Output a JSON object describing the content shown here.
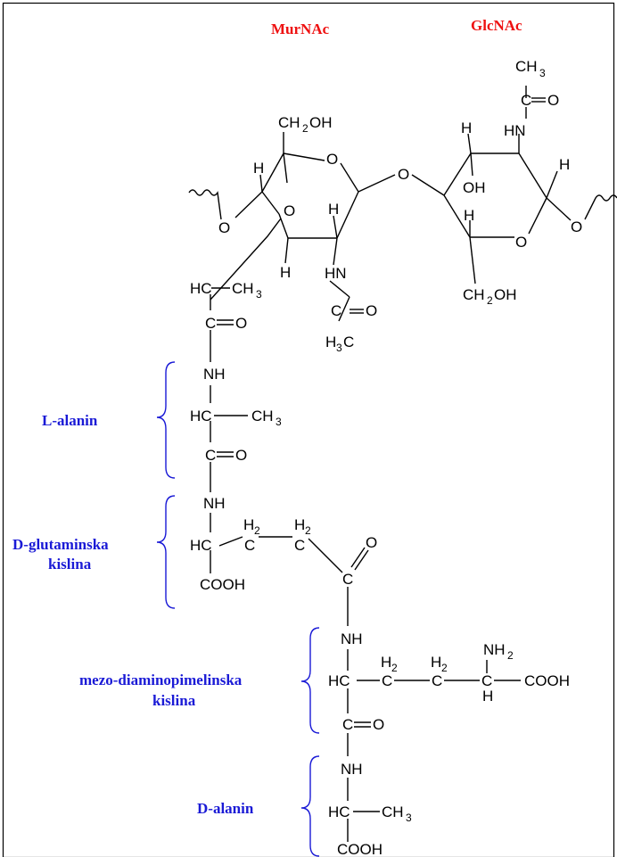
{
  "headers": {
    "murnac": "MurNAc",
    "glcnac": "GlcNAc"
  },
  "labels": {
    "l_alanin": "L-alanin",
    "d_glut_1": "D-glutaminska",
    "d_glut_2": "kislina",
    "mezo_1": "mezo-diaminopimelinska",
    "mezo_2": "kislina",
    "d_alanin": "D-alanin"
  },
  "atoms": {
    "ch3": "CH",
    "three": "3",
    "c": "C",
    "o": "O",
    "hn": "HN",
    "nh": "NH",
    "h": "H",
    "oh": "OH",
    "ch2oh_ch": "CH",
    "two": "2",
    "ch2oh_oh": "OH",
    "hc": "HC",
    "cooh": "COOH",
    "nh2_nh": "NH",
    "h3c_h": "H",
    "h3c_c": "C"
  },
  "colors": {
    "header": "#ee1111",
    "label": "#1a1ad6",
    "bond": "#000000",
    "border": "#000000"
  }
}
